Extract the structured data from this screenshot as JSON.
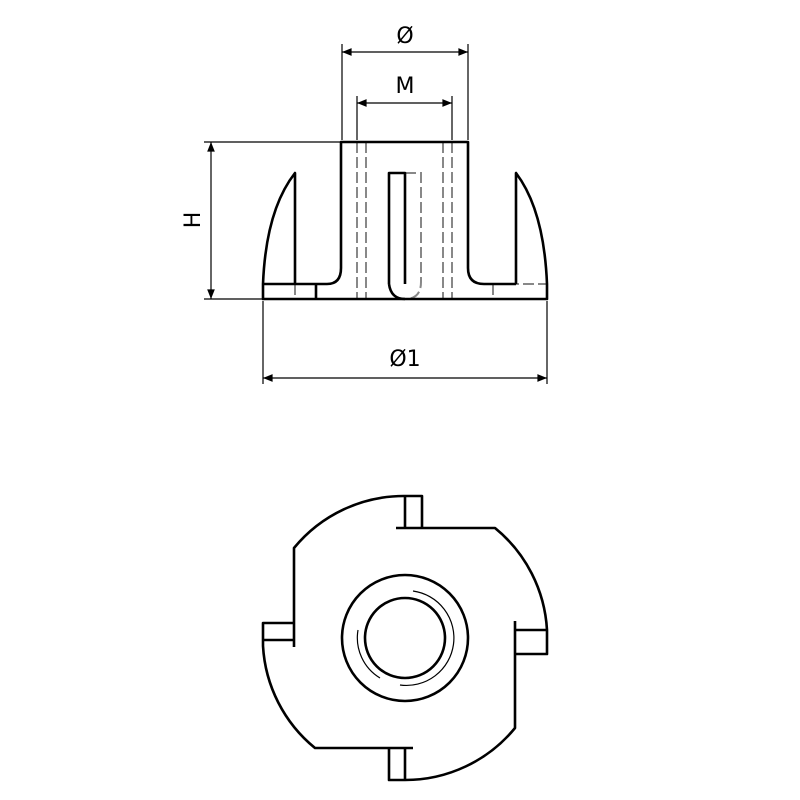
{
  "dimensions": {
    "outer_diameter": "Ø",
    "thread": "M",
    "height": "H",
    "flange_diameter": "Ø1"
  },
  "colors": {
    "line": "#000000",
    "hidden_line": "#888888"
  }
}
